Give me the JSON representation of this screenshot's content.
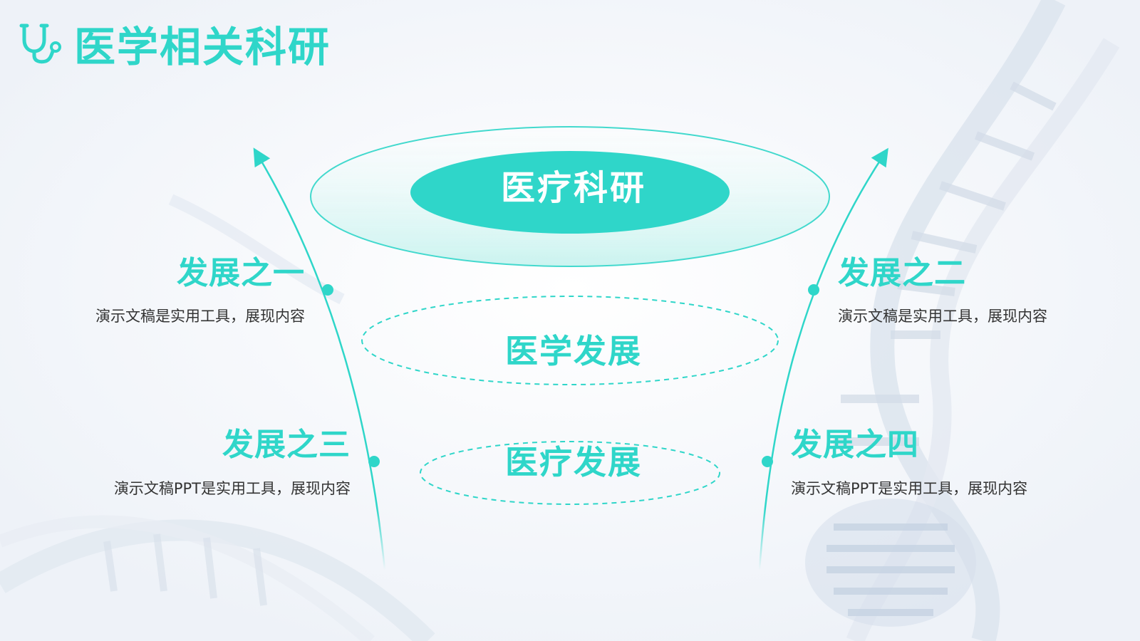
{
  "header": {
    "title": "医学相关科研",
    "logo_icon": "stethoscope-icon"
  },
  "center": {
    "top_label": "医疗科研",
    "middle_label": "医学发展",
    "bottom_label": "医疗发展"
  },
  "items": [
    {
      "title": "发展之一",
      "desc": "演示文稿是实用工具，展现内容"
    },
    {
      "title": "发展之二",
      "desc": "演示文稿是实用工具，展现内容"
    },
    {
      "title": "发展之三",
      "desc": "演示文稿PPT是实用工具，展现内容"
    },
    {
      "title": "发展之四",
      "desc": "演示文稿PPT是实用工具，展现内容"
    }
  ],
  "colors": {
    "accent": "#2fd6c9",
    "text": "#333333",
    "background": "#f7f9fc"
  }
}
